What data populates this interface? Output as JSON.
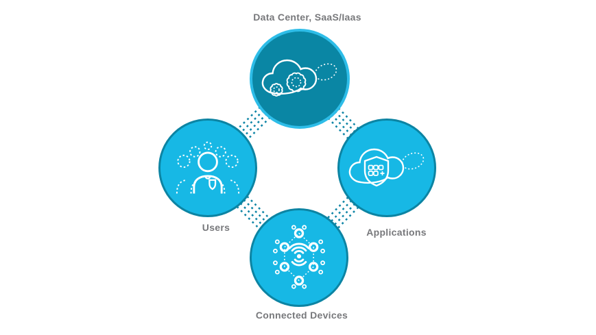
{
  "diagram": {
    "title": "",
    "colors": {
      "background": "#FFFFFF",
      "dark_fill": "#0A86A4",
      "dark_ring": "#2EBDE8",
      "light_fill": "#17B8E5",
      "light_ring": "#0C84A3",
      "connector": "#0F85A6",
      "label_gray": "#77787B",
      "icon_white": "#FFFFFF"
    },
    "nodes": [
      {
        "id": "data-center",
        "label": "Data Center, SaaS/Iaas",
        "icon": "cloud-gears-icon",
        "variant": "dark",
        "position": "top"
      },
      {
        "id": "users",
        "label": "Users",
        "icon": "user-group-icon",
        "variant": "light",
        "position": "left"
      },
      {
        "id": "applications",
        "label": "Applications",
        "icon": "cloud-app-shield-icon",
        "variant": "light",
        "position": "right"
      },
      {
        "id": "connected-devices",
        "label": "Connected Devices",
        "icon": "iot-network-icon",
        "variant": "light",
        "position": "bottom"
      }
    ],
    "connections": [
      {
        "from": "data-center",
        "to": "users",
        "style": "quad-dashed"
      },
      {
        "from": "data-center",
        "to": "applications",
        "style": "quad-dashed"
      },
      {
        "from": "users",
        "to": "connected-devices",
        "style": "quad-dashed"
      },
      {
        "from": "applications",
        "to": "connected-devices",
        "style": "quad-dashed"
      }
    ]
  }
}
